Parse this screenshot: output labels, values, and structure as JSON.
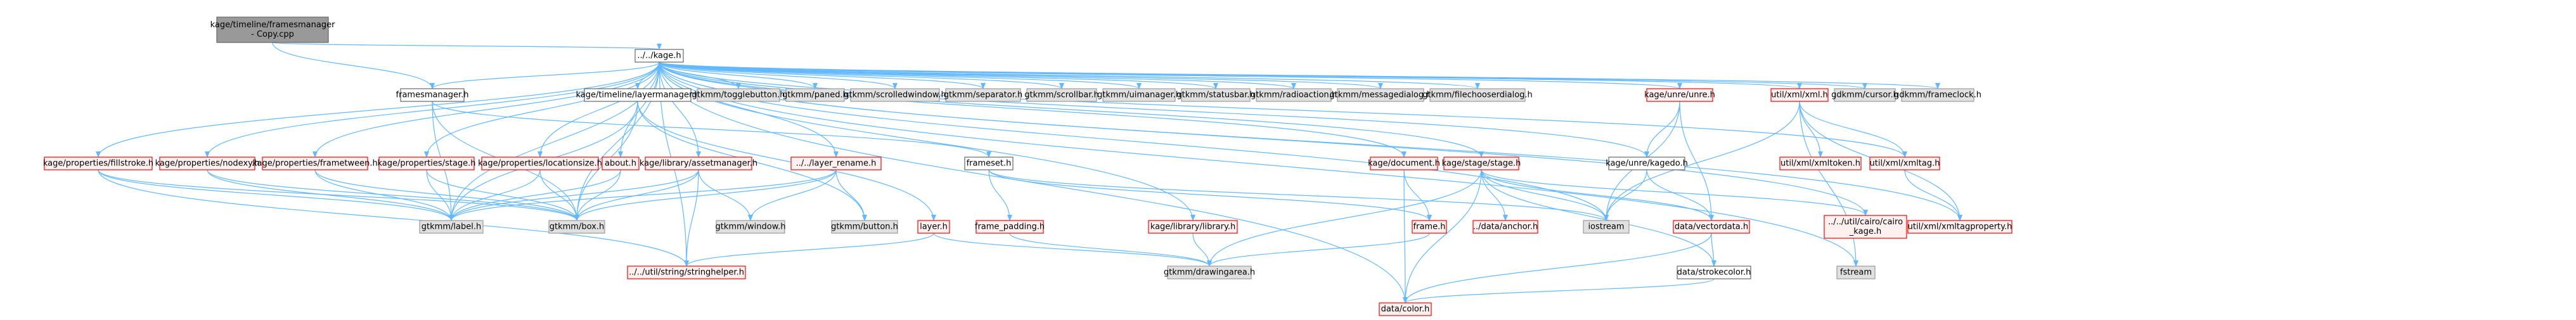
{
  "colors": {
    "edge": "#63b8ff",
    "root_fill": "#999999",
    "root_stroke": "#666666",
    "normal_fill": "#ffffff",
    "normal_stroke": "#666666",
    "missing_fill": "#fff0f0",
    "missing_stroke": "#ff0000",
    "system_fill": "#e0e0e0",
    "system_stroke": "#999999",
    "text": "#000000"
  },
  "nodes": [
    {
      "id": "root",
      "label": "kage/timeline/framesmanager\n- Copy.cpp",
      "kind": "root"
    },
    {
      "id": "kage_h",
      "label": "../../kage.h",
      "kind": "normal"
    },
    {
      "id": "framesmanager_h",
      "label": "framesmanager.h",
      "kind": "normal"
    },
    {
      "id": "layermanager_h",
      "label": "kage/timeline/layermanager.h",
      "kind": "normal"
    },
    {
      "id": "togglebutton",
      "label": "gtkmm/togglebutton.h",
      "kind": "system"
    },
    {
      "id": "paned",
      "label": "gtkmm/paned.h",
      "kind": "system"
    },
    {
      "id": "scrolledwindow",
      "label": "gtkmm/scrolledwindow.h",
      "kind": "system"
    },
    {
      "id": "separator",
      "label": "gtkmm/separator.h",
      "kind": "system"
    },
    {
      "id": "scrollbar",
      "label": "gtkmm/scrollbar.h",
      "kind": "system"
    },
    {
      "id": "uimanager",
      "label": "gtkmm/uimanager.h",
      "kind": "system"
    },
    {
      "id": "statusbar",
      "label": "gtkmm/statusbar.h",
      "kind": "system"
    },
    {
      "id": "radioaction",
      "label": "gtkmm/radioaction.h",
      "kind": "system"
    },
    {
      "id": "messagedialog",
      "label": "gtkmm/messagedialog.h",
      "kind": "system"
    },
    {
      "id": "filechooserdialog",
      "label": "gtkmm/filechooserdialog.h",
      "kind": "system"
    },
    {
      "id": "unre_h",
      "label": "kage/unre/unre.h",
      "kind": "missing"
    },
    {
      "id": "xml_h",
      "label": "util/xml/xml.h",
      "kind": "missing"
    },
    {
      "id": "cursor",
      "label": "gdkmm/cursor.h",
      "kind": "system"
    },
    {
      "id": "frameclock",
      "label": "gdkmm/frameclock.h",
      "kind": "system"
    },
    {
      "id": "fillstroke",
      "label": "kage/properties/fillstroke.h",
      "kind": "missing"
    },
    {
      "id": "nodexy",
      "label": "kage/properties/nodexy.h",
      "kind": "missing"
    },
    {
      "id": "frametween",
      "label": "kage/properties/frametween.h",
      "kind": "missing"
    },
    {
      "id": "prop_stage",
      "label": "kage/properties/stage.h",
      "kind": "missing"
    },
    {
      "id": "locationsize",
      "label": "kage/properties/locationsize.h",
      "kind": "missing"
    },
    {
      "id": "about_h",
      "label": "about.h",
      "kind": "missing"
    },
    {
      "id": "assetmanager",
      "label": "kage/library/assetmanager.h",
      "kind": "missing"
    },
    {
      "id": "layer_rename",
      "label": "../../layer_rename.h",
      "kind": "missing"
    },
    {
      "id": "frameset_h",
      "label": "frameset.h",
      "kind": "normal"
    },
    {
      "id": "document_h",
      "label": "kage/document.h",
      "kind": "missing"
    },
    {
      "id": "stage_h",
      "label": "kage/stage/stage.h",
      "kind": "missing"
    },
    {
      "id": "kagedo_h",
      "label": "kage/unre/kagedo.h",
      "kind": "normal"
    },
    {
      "id": "xmltoken",
      "label": "util/xml/xmltoken.h",
      "kind": "missing"
    },
    {
      "id": "xmltag",
      "label": "util/xml/xmltag.h",
      "kind": "missing"
    },
    {
      "id": "label",
      "label": "gtkmm/label.h",
      "kind": "system"
    },
    {
      "id": "box",
      "label": "gtkmm/box.h",
      "kind": "system"
    },
    {
      "id": "window",
      "label": "gtkmm/window.h",
      "kind": "system"
    },
    {
      "id": "button",
      "label": "gtkmm/button.h",
      "kind": "system"
    },
    {
      "id": "layer_h",
      "label": "layer.h",
      "kind": "missing"
    },
    {
      "id": "frame_padding",
      "label": "frame_padding.h",
      "kind": "missing"
    },
    {
      "id": "library_h",
      "label": "kage/library/library.h",
      "kind": "missing"
    },
    {
      "id": "frame_h",
      "label": "frame.h",
      "kind": "missing"
    },
    {
      "id": "anchor",
      "label": "../data/anchor.h",
      "kind": "missing"
    },
    {
      "id": "iostream",
      "label": "iostream",
      "kind": "system"
    },
    {
      "id": "vectordata",
      "label": "data/vectordata.h",
      "kind": "missing"
    },
    {
      "id": "cairo_kage",
      "label": "../../util/cairo/cairo\n_kage.h",
      "kind": "missing"
    },
    {
      "id": "xmltagproperty",
      "label": "util/xml/xmltagproperty.h",
      "kind": "missing"
    },
    {
      "id": "fstream",
      "label": "fstream",
      "kind": "system"
    },
    {
      "id": "stringhelper",
      "label": "../../util/string/stringhelper.h",
      "kind": "missing"
    },
    {
      "id": "drawingarea",
      "label": "gtkmm/drawingarea.h",
      "kind": "system"
    },
    {
      "id": "strokecolor",
      "label": "data/strokecolor.h",
      "kind": "normal"
    },
    {
      "id": "color_h",
      "label": "data/color.h",
      "kind": "missing"
    }
  ],
  "edges": [
    [
      "root",
      "kage_h"
    ],
    [
      "root",
      "framesmanager_h"
    ],
    [
      "kage_h",
      "framesmanager_h"
    ],
    [
      "kage_h",
      "layermanager_h"
    ],
    [
      "kage_h",
      "togglebutton"
    ],
    [
      "kage_h",
      "paned"
    ],
    [
      "kage_h",
      "scrolledwindow"
    ],
    [
      "kage_h",
      "separator"
    ],
    [
      "kage_h",
      "scrollbar"
    ],
    [
      "kage_h",
      "uimanager"
    ],
    [
      "kage_h",
      "statusbar"
    ],
    [
      "kage_h",
      "radioaction"
    ],
    [
      "kage_h",
      "messagedialog"
    ],
    [
      "kage_h",
      "filechooserdialog"
    ],
    [
      "kage_h",
      "unre_h"
    ],
    [
      "kage_h",
      "xml_h"
    ],
    [
      "kage_h",
      "cursor"
    ],
    [
      "kage_h",
      "frameclock"
    ],
    [
      "kage_h",
      "fillstroke"
    ],
    [
      "kage_h",
      "nodexy"
    ],
    [
      "kage_h",
      "frametween"
    ],
    [
      "kage_h",
      "prop_stage"
    ],
    [
      "kage_h",
      "locationsize"
    ],
    [
      "kage_h",
      "about_h"
    ],
    [
      "kage_h",
      "assetmanager"
    ],
    [
      "kage_h",
      "layer_rename"
    ],
    [
      "kage_h",
      "document_h"
    ],
    [
      "kage_h",
      "stage_h"
    ],
    [
      "kage_h",
      "kagedo_h"
    ],
    [
      "kage_h",
      "xmltag"
    ],
    [
      "kage_h",
      "library_h"
    ],
    [
      "kage_h",
      "iostream"
    ],
    [
      "kage_h",
      "fstream"
    ],
    [
      "kage_h",
      "cairo_kage"
    ],
    [
      "kage_h",
      "xmltagproperty"
    ],
    [
      "kage_h",
      "label"
    ],
    [
      "kage_h",
      "box"
    ],
    [
      "kage_h",
      "stringhelper"
    ],
    [
      "kage_h",
      "color_h"
    ],
    [
      "framesmanager_h",
      "frameset_h"
    ],
    [
      "framesmanager_h",
      "label"
    ],
    [
      "framesmanager_h",
      "box"
    ],
    [
      "layermanager_h",
      "label"
    ],
    [
      "layermanager_h",
      "box"
    ],
    [
      "layermanager_h",
      "layer_h"
    ],
    [
      "layermanager_h",
      "button"
    ],
    [
      "unre_h",
      "kagedo_h"
    ],
    [
      "unre_h",
      "iostream"
    ],
    [
      "unre_h",
      "vectordata"
    ],
    [
      "kagedo_h",
      "iostream"
    ],
    [
      "kagedo_h",
      "vectordata"
    ],
    [
      "xml_h",
      "xmltoken"
    ],
    [
      "xml_h",
      "xmltag"
    ],
    [
      "xml_h",
      "xmltagproperty"
    ],
    [
      "xml_h",
      "fstream"
    ],
    [
      "xml_h",
      "iostream"
    ],
    [
      "xmltag",
      "xmltagproperty"
    ],
    [
      "fillstroke",
      "label"
    ],
    [
      "fillstroke",
      "box"
    ],
    [
      "fillstroke",
      "stringhelper"
    ],
    [
      "nodexy",
      "label"
    ],
    [
      "nodexy",
      "box"
    ],
    [
      "frametween",
      "label"
    ],
    [
      "frametween",
      "box"
    ],
    [
      "prop_stage",
      "label"
    ],
    [
      "prop_stage",
      "box"
    ],
    [
      "locationsize",
      "label"
    ],
    [
      "locationsize",
      "box"
    ],
    [
      "about_h",
      "label"
    ],
    [
      "about_h",
      "box"
    ],
    [
      "assetmanager",
      "label"
    ],
    [
      "assetmanager",
      "box"
    ],
    [
      "assetmanager",
      "window"
    ],
    [
      "assetmanager",
      "stringhelper"
    ],
    [
      "layer_rename",
      "label"
    ],
    [
      "layer_rename",
      "box"
    ],
    [
      "layer_rename",
      "window"
    ],
    [
      "layer_rename",
      "button"
    ],
    [
      "frameset_h",
      "frame_padding"
    ],
    [
      "frameset_h",
      "frame_h"
    ],
    [
      "frameset_h",
      "iostream"
    ],
    [
      "frame_padding",
      "drawingarea"
    ],
    [
      "frame_h",
      "drawingarea"
    ],
    [
      "layer_h",
      "drawingarea"
    ],
    [
      "layer_h",
      "stringhelper"
    ],
    [
      "library_h",
      "drawingarea"
    ],
    [
      "document_h",
      "frame_h"
    ],
    [
      "document_h",
      "color_h"
    ],
    [
      "stage_h",
      "anchor"
    ],
    [
      "stage_h",
      "iostream"
    ],
    [
      "stage_h",
      "vectordata"
    ],
    [
      "stage_h",
      "drawingarea"
    ],
    [
      "stage_h",
      "cairo_kage"
    ],
    [
      "stage_h",
      "strokecolor"
    ],
    [
      "stage_h",
      "color_h"
    ],
    [
      "vectordata",
      "strokecolor"
    ],
    [
      "vectordata",
      "color_h"
    ],
    [
      "strokecolor",
      "color_h"
    ]
  ]
}
